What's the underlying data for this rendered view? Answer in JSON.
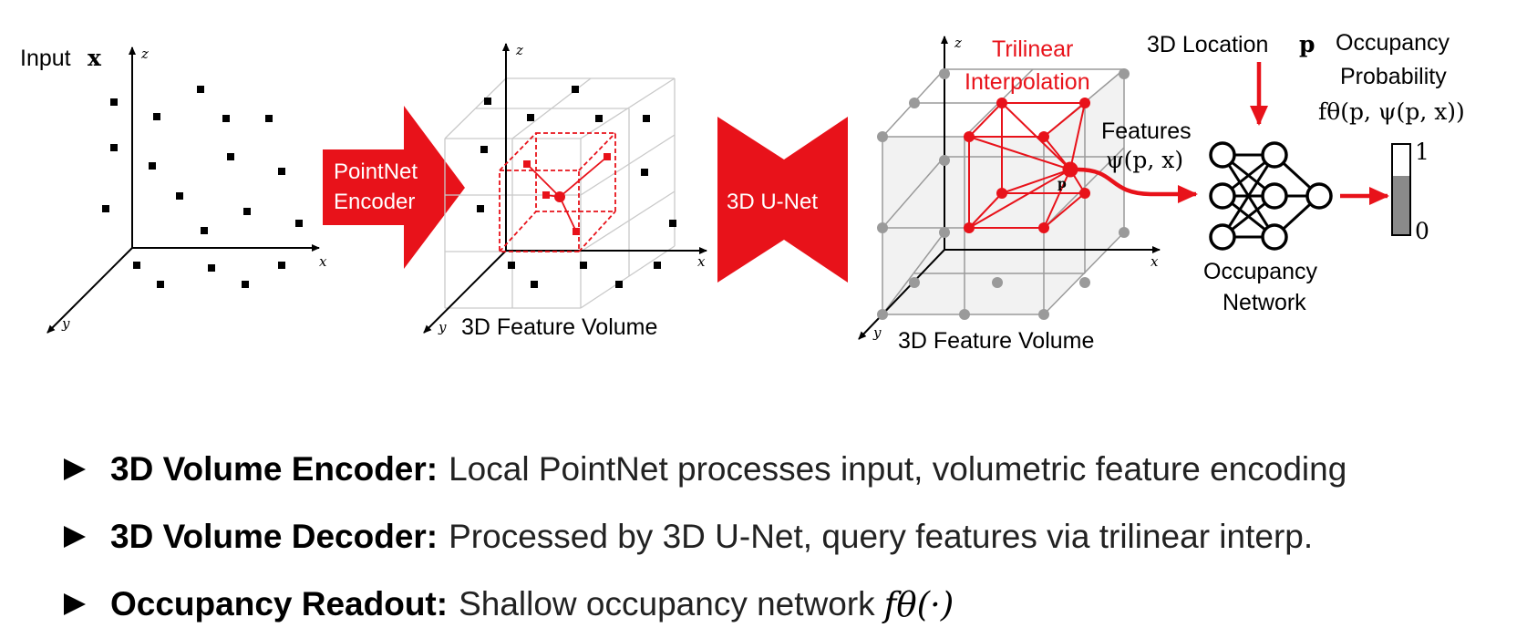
{
  "diagram": {
    "input_label": "Input",
    "input_symbol": "x",
    "axes": {
      "x": "x",
      "y": "y",
      "z": "z"
    },
    "pointnet_label_line1": "PointNet",
    "pointnet_label_line2": "Encoder",
    "feature_volume_label_1": "3D Feature Volume",
    "unet_label": "3D U-Net",
    "trilinear_line1": "Trilinear",
    "trilinear_line2": "Interpolation",
    "point_p": "p",
    "feature_volume_label_2": "3D Feature Volume",
    "features_label": "Features",
    "features_math": "ψ(p, x)",
    "location_label": "3D Location",
    "location_symbol": "p",
    "occ_prob_line1": "Occupancy",
    "occ_prob_line2": "Probability",
    "occ_prob_math": "fθ(p, ψ(p, x))",
    "bar_max": "1",
    "bar_min": "0",
    "bar_fill_fraction": 0.65,
    "occ_net_line1": "Occupancy",
    "occ_net_line2": "Network",
    "accent_color": "#e8121a",
    "grid_color": "#999999"
  },
  "bullets": [
    {
      "title": "3D Volume Encoder:",
      "text": "Local PointNet processes input, volumetric feature encoding",
      "math": ""
    },
    {
      "title": "3D Volume Decoder:",
      "text": "Processed by 3D U-Net, query features via trilinear interp.",
      "math": ""
    },
    {
      "title": "Occupancy Readout:",
      "text": "Shallow occupancy network",
      "math": "fθ(·)"
    }
  ]
}
